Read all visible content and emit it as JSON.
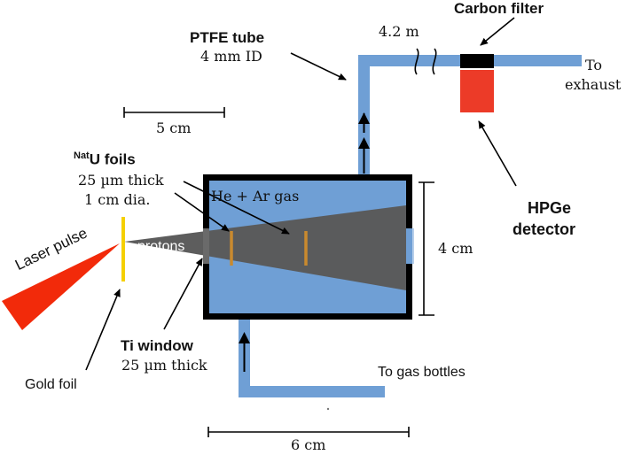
{
  "labels": {
    "carbon_filter": "Carbon filter",
    "tube_length": "4.2 m",
    "ptfe_tube_title": "PTFE tube",
    "ptfe_tube_id": "4 mm ID",
    "to_exhaust_1": "To",
    "to_exhaust_2": "exhaust",
    "scale_5cm": "5 cm",
    "foils_title_sup": "Nat",
    "foils_title": "U foils",
    "foils_thickness": "25 µm thick",
    "foils_diameter": "1 cm dia.",
    "gas": "He + Ar gas",
    "protons": "protons",
    "height_4cm": "4 cm",
    "hpge_1": "HPGe",
    "hpge_2": "detector",
    "laser_pulse": "Laser pulse",
    "ti_window_title": "Ti window",
    "ti_window_thickness": "25 µm thick",
    "gold_foil": "Gold foil",
    "to_gas_bottles": "To gas bottles",
    "width_6cm": "6 cm"
  },
  "colors": {
    "tube_blue": "#6f9fd5",
    "chamber_blue": "#6f9fd5",
    "beam_gray": "#5a5a5a",
    "laser_red": "#f22a0a",
    "hpge_red": "#ec3b28",
    "gold": "#f5d000",
    "foil_orange": "#c98a2e",
    "outline": "#000000"
  }
}
